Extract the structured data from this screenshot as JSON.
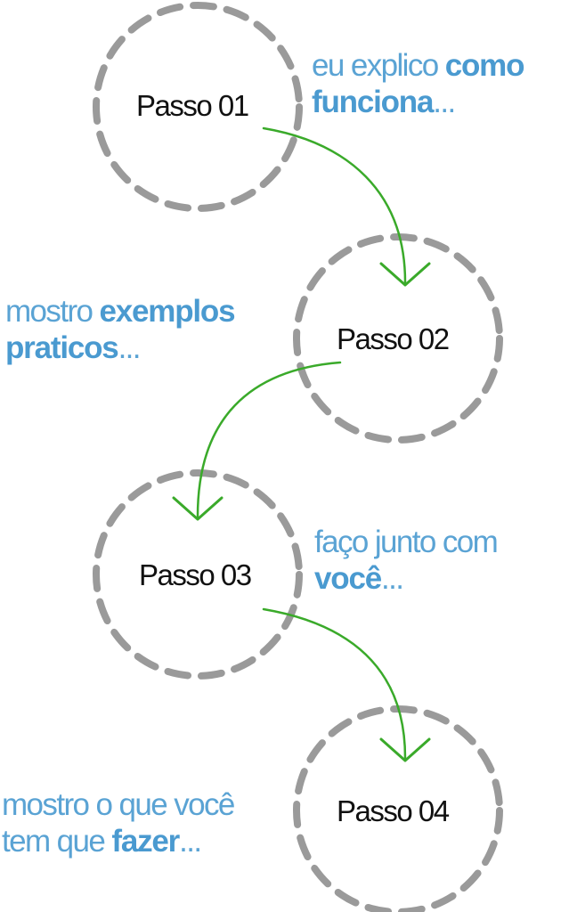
{
  "colors": {
    "circle_stroke": "#9a9a9a",
    "arrow": "#3aaa2a",
    "step_text": "#111111",
    "caption_text": "#5aa3d4",
    "caption_bold": "#4a9ad0"
  },
  "steps": [
    {
      "label": "Passo 01",
      "caption_lines": [
        [
          {
            "text": "eu explico ",
            "bold": false
          },
          {
            "text": "como",
            "bold": true
          }
        ],
        [
          {
            "text": "funciona",
            "bold": true
          },
          {
            "text": "...",
            "bold": false
          }
        ]
      ]
    },
    {
      "label": "Passo 02",
      "caption_lines": [
        [
          {
            "text": "mostro ",
            "bold": false
          },
          {
            "text": "exemplos",
            "bold": true
          }
        ],
        [
          {
            "text": "praticos",
            "bold": true
          },
          {
            "text": "...",
            "bold": false
          }
        ]
      ]
    },
    {
      "label": "Passo 03",
      "caption_lines": [
        [
          {
            "text": "faço junto com",
            "bold": false
          }
        ],
        [
          {
            "text": "você",
            "bold": true
          },
          {
            "text": "...",
            "bold": false
          }
        ]
      ]
    },
    {
      "label": "Passo 04",
      "caption_lines": [
        [
          {
            "text": "mostro o que você",
            "bold": false
          }
        ],
        [
          {
            "text": "tem que ",
            "bold": false
          },
          {
            "text": "fazer",
            "bold": true
          },
          {
            "text": "...",
            "bold": false
          }
        ]
      ]
    }
  ]
}
